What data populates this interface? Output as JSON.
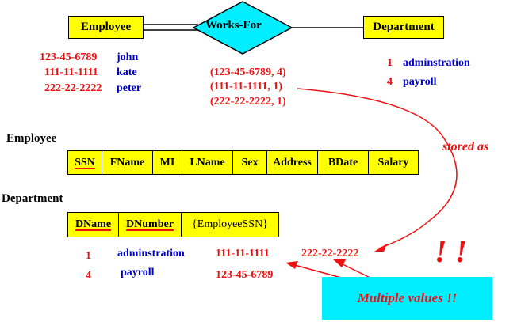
{
  "er": {
    "employee_entity": "Employee",
    "relationship": "Works-For",
    "department_entity": "Department"
  },
  "employees": [
    {
      "ssn": "123-45-6789",
      "name": "john"
    },
    {
      "ssn": "111-11-1111",
      "name": "kate"
    },
    {
      "ssn": "222-22-2222",
      "name": "peter"
    }
  ],
  "works_for": [
    "(123-45-6789, 4)",
    "(111-11-1111,  1)",
    "(222-22-2222,  1)"
  ],
  "departments_list": [
    {
      "num": "1",
      "name": "adminstration"
    },
    {
      "num": "4",
      "name": "payroll"
    }
  ],
  "stored_as_label": "stored as",
  "employee_table": {
    "title": "Employee",
    "columns": [
      "SSN",
      "FName",
      "MI",
      "LName",
      "Sex",
      "Address",
      "BDate",
      "Salary"
    ]
  },
  "department_table": {
    "title": "Department",
    "columns": [
      "DName",
      "DNumber",
      "{EmployeeSSN}"
    ]
  },
  "department_rows": [
    {
      "num": "1",
      "name": "adminstration",
      "ssns": [
        "111-11-1111",
        "222-22-2222"
      ]
    },
    {
      "num": "4",
      "name": "payroll",
      "ssns": [
        "123-45-6789"
      ]
    }
  ],
  "exclaim": "! !",
  "callout": "Multiple values !!",
  "colors": {
    "entity_fill": "#ffff00",
    "relationship_fill": "#00eeff",
    "value_red": "#ee1111",
    "value_blue": "#0000cc"
  }
}
